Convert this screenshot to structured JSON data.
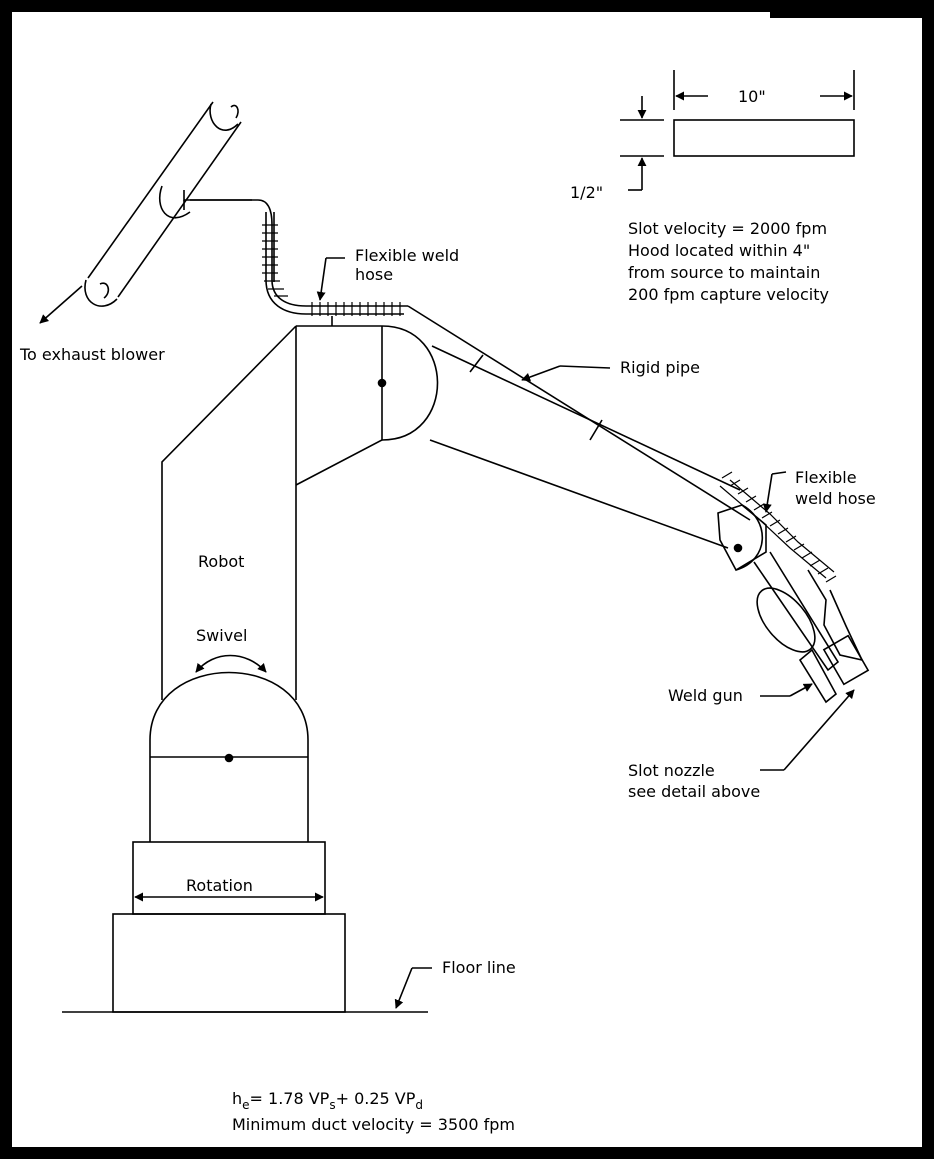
{
  "labels": {
    "dim_width": "10\"",
    "dim_height": "1/2\"",
    "spec_lines": [
      "Slot velocity = 2000 fpm",
      "Hood located within 4\"",
      "from source to maintain",
      "200 fpm capture velocity"
    ],
    "flex_hose_top": [
      "Flexible weld",
      "hose"
    ],
    "exhaust": "To exhaust blower",
    "rigid_pipe": "Rigid pipe",
    "flex_hose_right": [
      "Flexible",
      "weld hose"
    ],
    "robot": "Robot",
    "swivel": "Swivel",
    "weld_gun": "Weld gun",
    "slot_nozzle": [
      "Slot nozzle",
      "see detail above"
    ],
    "rotation": "Rotation",
    "floor_line": "Floor line",
    "formula": {
      "h": "h",
      "h_sub": "e",
      "part1": "= 1.78 VP",
      "s_sub": "s",
      "part2": "+ 0.25 VP",
      "d_sub": "d"
    },
    "min_duct": "Minimum duct velocity = 3500 fpm"
  }
}
